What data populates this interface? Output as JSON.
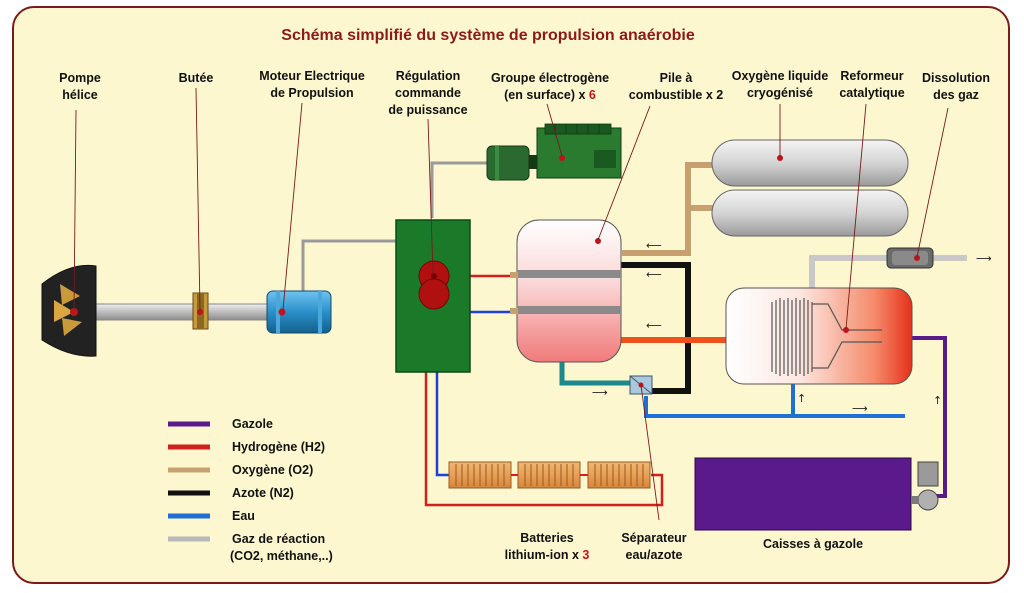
{
  "title": "Schéma simplifié du système de propulsion anaérobie",
  "labels": {
    "pompe": [
      "Pompe",
      "hélice"
    ],
    "butee": [
      "Butée"
    ],
    "moteur": [
      "Moteur Electrique",
      "de Propulsion"
    ],
    "regulation": [
      "Régulation",
      "commande",
      "de puissance"
    ],
    "groupe_line1": "Groupe électrogène",
    "groupe_line2_prefix": "(en surface) x ",
    "groupe_count": "6",
    "pile": [
      "Pile à",
      "combustible x 2"
    ],
    "oxygene": [
      "Oxygène liquide",
      "cryogénisé"
    ],
    "reformeur": [
      "Reformeur",
      "catalytique"
    ],
    "dissolution": [
      "Dissolution",
      "des gaz"
    ],
    "batteries_line1": "Batteries",
    "batteries_line2_prefix": "lithium-ion x ",
    "batteries_count": "3",
    "separateur": [
      "Séparateur",
      "eau/azote"
    ],
    "caisses": "Caisses à gazole"
  },
  "legend": [
    {
      "label": "Gazole",
      "color": "#5b1a8c"
    },
    {
      "label": "Hydrogène (H2)",
      "color": "#d41f1f"
    },
    {
      "label": "Oxygène (O2)",
      "color": "#c8a070"
    },
    {
      "label": "Azote (N2)",
      "color": "#111111"
    },
    {
      "label": "Eau",
      "color": "#1f6fd6"
    },
    {
      "label": "Gaz de réaction",
      "color": "#b8b8b8",
      "sub": "(CO2, méthane,..)"
    }
  ],
  "colors": {
    "gazole": "#5b1a8c",
    "hydrogen": "#d41f1f",
    "oxygen": "#c8a070",
    "azote": "#111111",
    "eau": "#1f6fd6",
    "gaz": "#b8b8b8",
    "regulation": "#1a7a2a",
    "frame": "#7a1a1a",
    "background": "#fcf7cf"
  }
}
